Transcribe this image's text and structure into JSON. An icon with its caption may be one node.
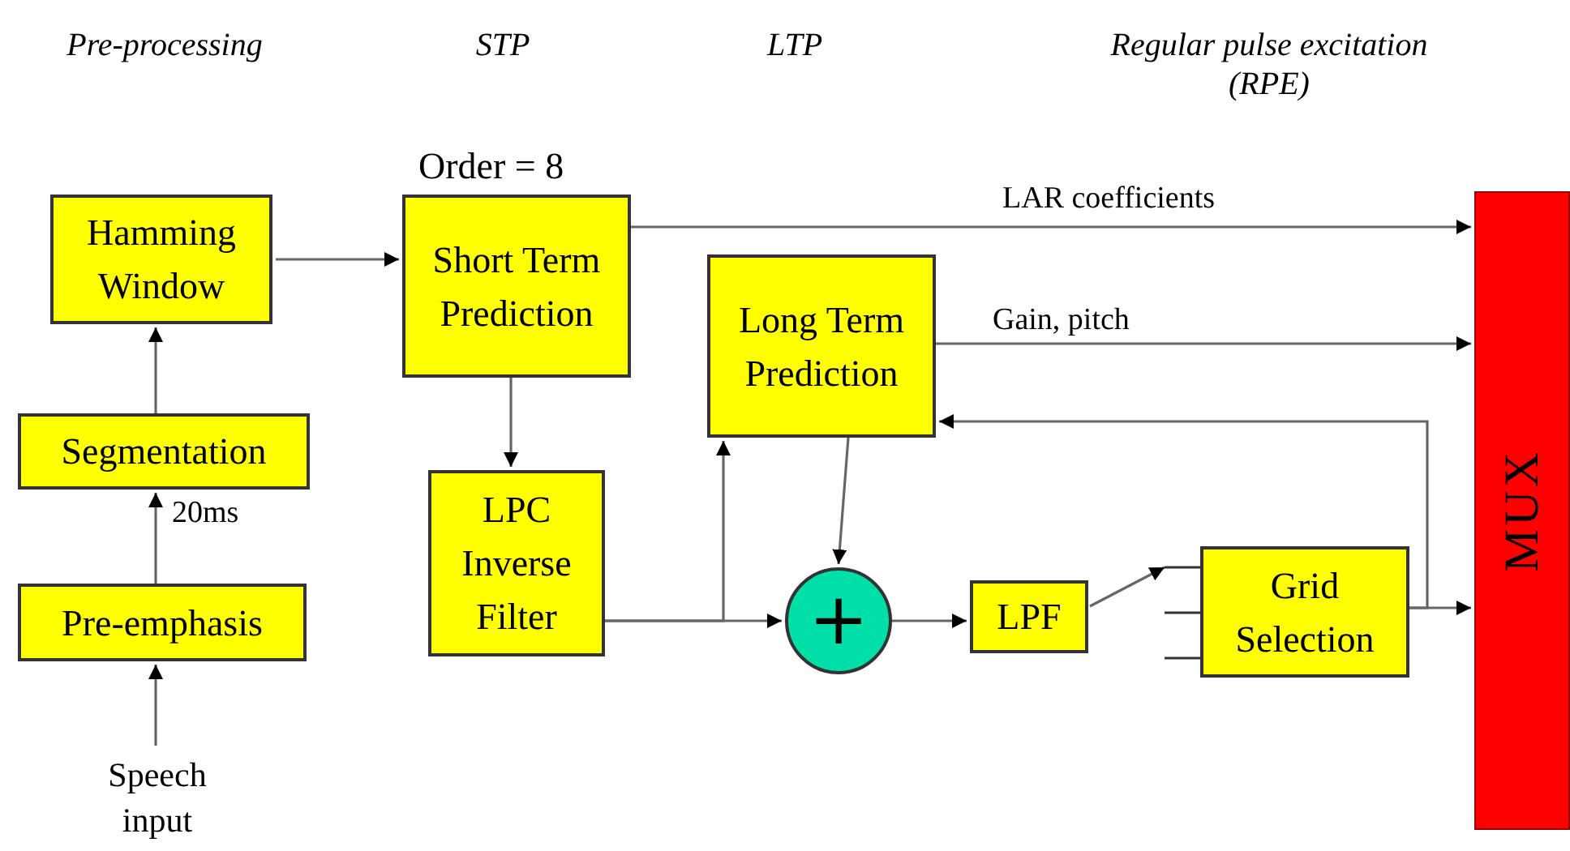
{
  "diagram": {
    "nodes": [
      {
        "text": [
          "Speech input"
        ]
      },
      {
        "text": [
          "Pre-emphasis"
        ]
      },
      {
        "text": [
          "Segmentation"
        ]
      },
      {
        "text": [
          "Hamming Window"
        ]
      },
      {
        "text": [
          "Short Term Prediction"
        ],
        "beside": [
          "Order = 8"
        ]
      },
      {
        "text": [
          "LPC Inverse Filter"
        ]
      },
      {
        "text": [
          "Long Term Prediction"
        ]
      },
      {
        "text": [
          "+"
        ]
      },
      {
        "text": [
          "LPF"
        ]
      },
      {
        "text": [
          "Grid Selection"
        ]
      },
      {
        "text": [
          "MUX"
        ]
      }
    ],
    "edges": [
      {
        "from": 0,
        "to": 1,
        "arrow": "to"
      },
      {
        "from": 1,
        "to": 2,
        "arrow": "to",
        "label": "20ms"
      },
      {
        "from": 2,
        "to": 3,
        "arrow": "to"
      },
      {
        "from": 3,
        "to": 4,
        "arrow": "to"
      },
      {
        "from": 4,
        "to": 5,
        "arrow": "to"
      },
      {
        "from": 4,
        "to": 10,
        "arrow": "to",
        "label": "LAR coefficients"
      },
      {
        "from": 6,
        "to": 10,
        "arrow": "to",
        "label": "Gain, pitch"
      },
      {
        "from": 5,
        "to": 6,
        "arrow": "to"
      },
      {
        "from": 5,
        "to": 7,
        "arrow": "to"
      },
      {
        "from": 6,
        "to": 7,
        "arrow": "to"
      },
      {
        "from": 7,
        "to": 8,
        "arrow": "to"
      },
      {
        "from": 8,
        "to": 9,
        "arrow": "to"
      },
      {
        "from": 9,
        "to": 10,
        "arrow": "to"
      },
      {
        "from": 9,
        "to": 6,
        "arrow": "to"
      }
    ],
    "labels": [
      "Pre-processing",
      "STP",
      "LTP",
      "Regular pulse excitation (RPE)"
    ]
  }
}
